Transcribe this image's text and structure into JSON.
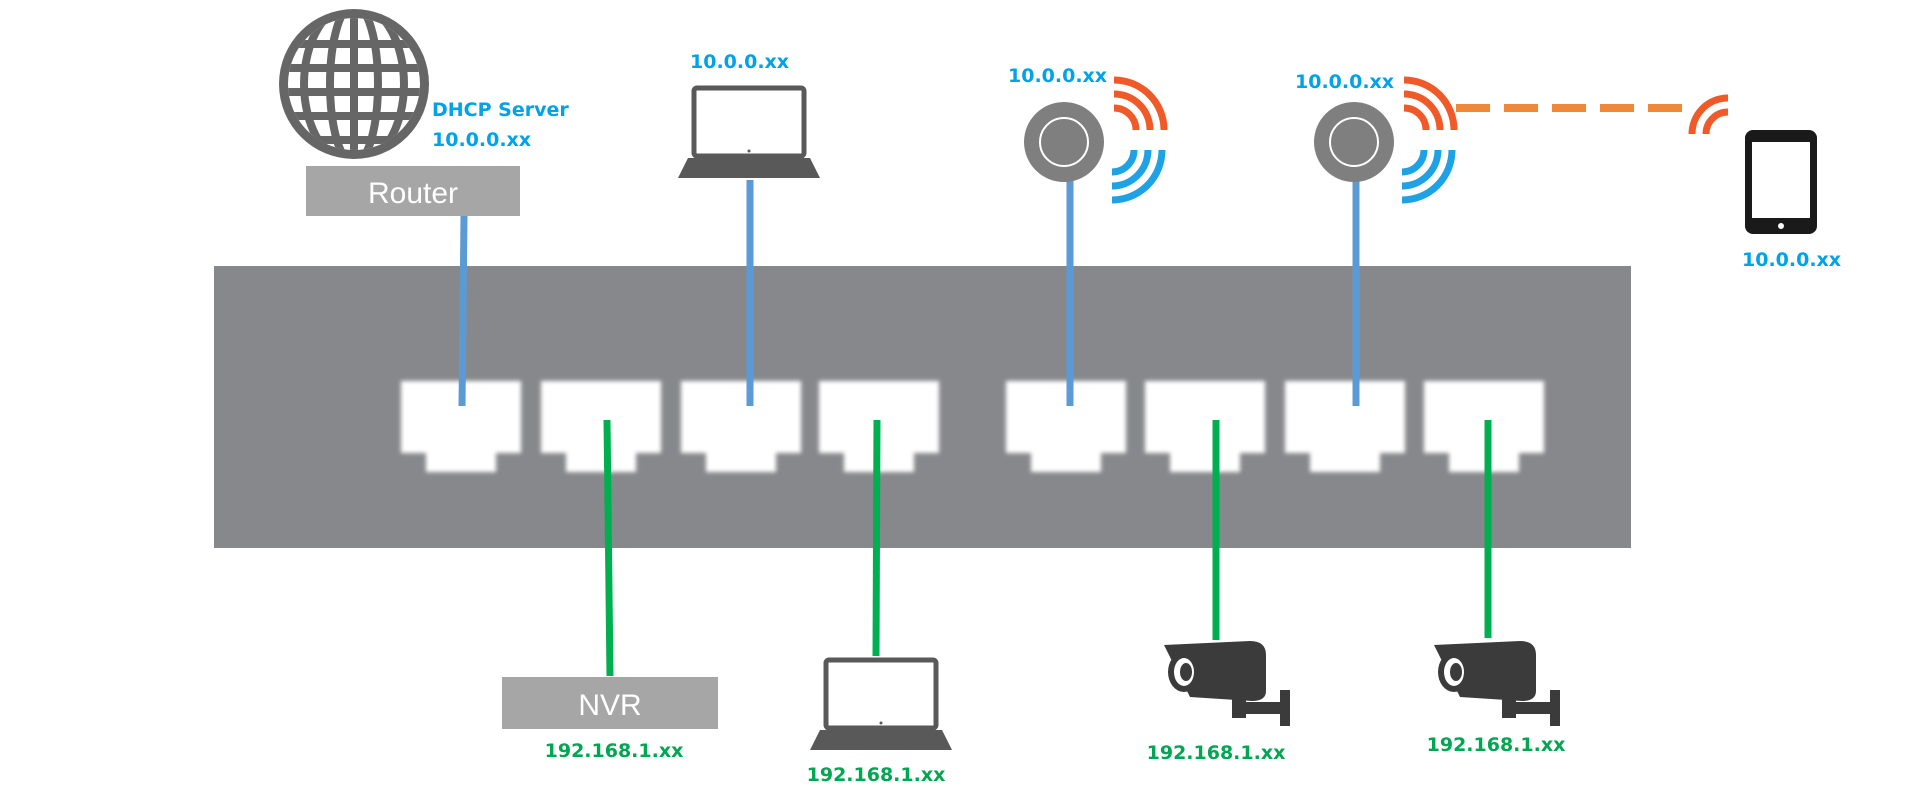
{
  "colors": {
    "switch": "#87888c",
    "port": "#ffffff",
    "blue_link": "#5b9bd5",
    "green_link": "#00b050",
    "blue_text": "#00a2e8",
    "green_text": "#00a651",
    "wifi_orange": "#f05a28",
    "wifi_blue": "#1ea2e6",
    "device": "#595959",
    "box_fill": "#a6a6a6",
    "box_text": "#ffffff"
  },
  "router": {
    "label": "Router",
    "server_label": "DHCP Server",
    "ip": "10.0.0.xx",
    "icon": "globe-icon"
  },
  "laptop_top": {
    "ip": "10.0.0.xx",
    "icon": "laptop-icon"
  },
  "ap_1": {
    "ip": "10.0.0.xx",
    "icon": "access-point-icon"
  },
  "ap_2": {
    "ip": "10.0.0.xx",
    "icon": "access-point-icon"
  },
  "tablet": {
    "ip": "10.0.0.xx",
    "icon": "tablet-icon"
  },
  "nvr": {
    "label": "NVR",
    "ip": "192.168.1.xx"
  },
  "laptop_bottom": {
    "ip": "192.168.1.xx",
    "icon": "laptop-icon"
  },
  "camera_1": {
    "ip": "192.168.1.xx",
    "icon": "camera-icon"
  },
  "camera_2": {
    "ip": "192.168.1.xx",
    "icon": "camera-icon"
  },
  "switch": {
    "port_count": 8,
    "icon": "switch-icon"
  }
}
